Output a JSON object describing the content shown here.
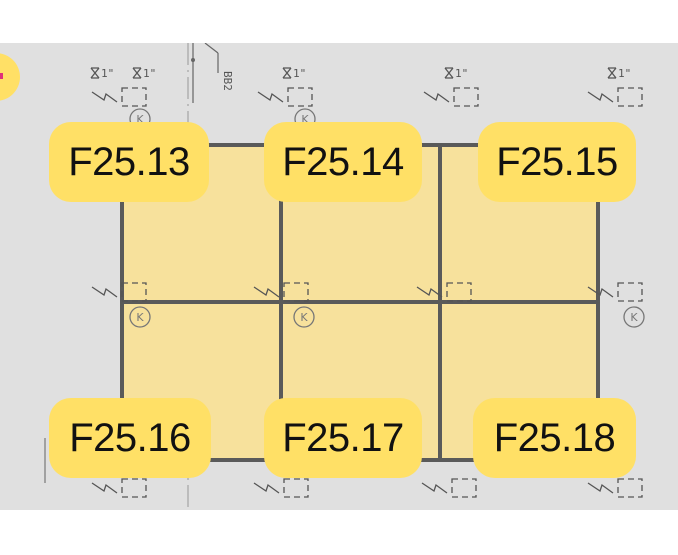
{
  "colors": {
    "background": "#e0e0e0",
    "booth_fill": "#f7e19c",
    "label_fill": "#ffe066",
    "wall": "#5a5a5a",
    "page": "#ffffff"
  },
  "booths": [
    {
      "id": "F25.13"
    },
    {
      "id": "F25.14"
    },
    {
      "id": "F25.15"
    },
    {
      "id": "F25.16"
    },
    {
      "id": "F25.17"
    },
    {
      "id": "F25.18"
    }
  ],
  "fixtures": {
    "valve_label": "1\"",
    "riser_code": "BB2",
    "connection_symbol": "K"
  }
}
